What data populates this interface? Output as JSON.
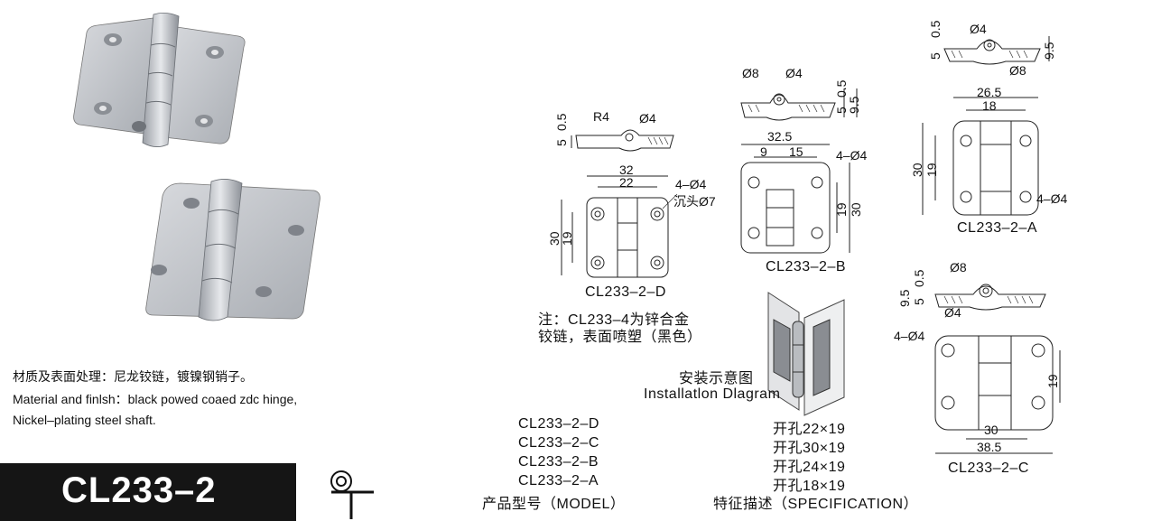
{
  "material": {
    "cn": "材质及表面处理：尼龙铰链，镀镍钢销子。",
    "en_line1": "Material and finlsh：black powed coaed zdc hinge,",
    "en_line2": "Nickel–plating steel shaft."
  },
  "model_bar": {
    "label": "CL233–2",
    "bg": "#151515",
    "fg": "#ffffff"
  },
  "drawing_d": {
    "side_dim_r": "R4",
    "side_dim_hole": "Ø4",
    "side_dim_05": "0.5",
    "side_dim_5": "5",
    "width_outer": "32",
    "width_inner": "22",
    "height_outer": "30",
    "height_inner": "19",
    "holes": "4–Ø4",
    "countersink": "沉头Ø7",
    "caption": "CL233–2–D"
  },
  "note": {
    "line1": "注：CL233–4为锌合金",
    "line2": "铰链，表面喷塑（黑色）"
  },
  "drawing_b": {
    "side_d8": "Ø8",
    "side_d4": "Ø4",
    "side_05": "0.5",
    "side_5": "5",
    "side_95": "9.5",
    "width_outer": "32.5",
    "dim_9": "9",
    "dim_15": "15",
    "holes": "4–Ø4",
    "height_inner": "19",
    "height_outer": "30",
    "caption": "CL233–2–B"
  },
  "drawing_a": {
    "side_05": "0.5",
    "side_5": "5",
    "side_d4": "Ø4",
    "side_d8": "Ø8",
    "side_95": "9.5",
    "width_outer": "26.5",
    "width_inner": "18",
    "height_outer": "30",
    "height_inner": "19",
    "holes": "4–Ø4",
    "caption": "CL233–2–A"
  },
  "drawing_c": {
    "side_05": "0.5",
    "side_95": "9.5",
    "side_5": "5",
    "side_d8": "Ø8",
    "side_d4": "Ø4",
    "holes": "4–Ø4",
    "height_inner": "19",
    "width_inner": "30",
    "width_outer": "38.5",
    "caption": "CL233–2–C"
  },
  "installation": {
    "cn": "安装示意图",
    "en": "Installatlon Dlagram"
  },
  "spec_table": {
    "rows": [
      {
        "model": "CL233–2–D",
        "spec": "开孔22×19"
      },
      {
        "model": "CL233–2–C",
        "spec": "开孔30×19"
      },
      {
        "model": "CL233–2–B",
        "spec": "开孔24×19"
      },
      {
        "model": "CL233–2–A",
        "spec": "开孔18×19"
      }
    ],
    "model_header": "产品型号（MODEL）",
    "spec_header": "特征描述（SPECIFICATION）"
  },
  "icons": {
    "hinge_photo_1": "hinge-render",
    "hinge_photo_2": "hinge-render",
    "projection_symbol": "first-angle-projection-icon"
  }
}
